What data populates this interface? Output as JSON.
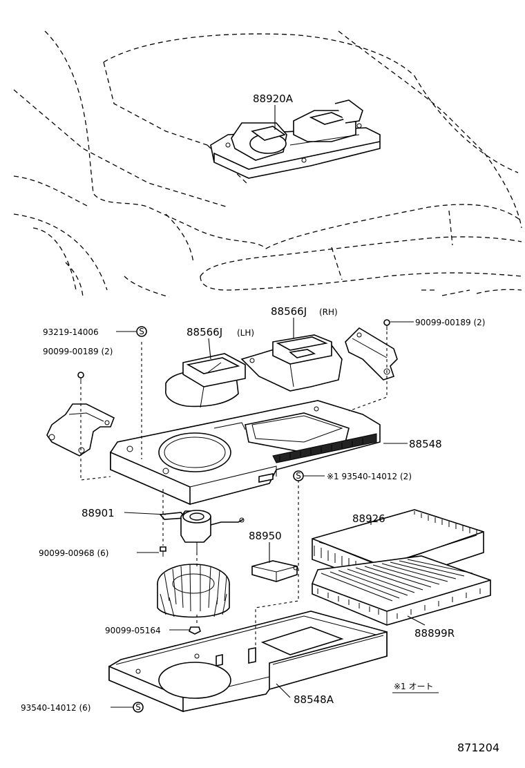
{
  "diagram_code": "871204",
  "labels": {
    "p88920A": "88920A",
    "p88566J_LH_num": "88566J",
    "p88566J_LH_side": "(LH)",
    "p88566J_RH_num": "88566J",
    "p88566J_RH_side": "(RH)",
    "p93219": "93219-14006",
    "p90099_00189_left": "90099-00189 (2)",
    "p90099_00189_right": "90099-00189 (2)",
    "p88548": "88548",
    "p93540_note": "※1  93540-14012 (2)",
    "p88901": "88901",
    "p88926": "88926",
    "p88950": "88950",
    "p90099_00968": "90099-00968 (6)",
    "p90099_05164": "90099-05164",
    "p88899R": "88899R",
    "p88548A": "88548A",
    "p93540_bottom": "93540-14012 (6)",
    "footnote": "※1  オート"
  },
  "icons": {
    "screw_symbol": "S"
  }
}
